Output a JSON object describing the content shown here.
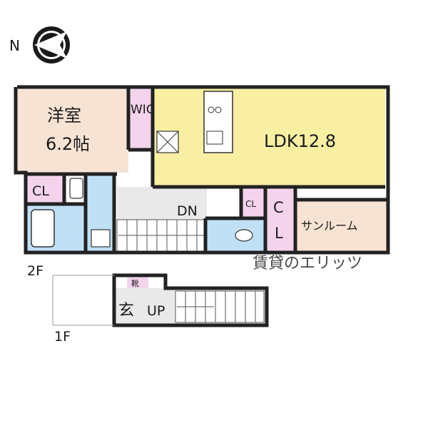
{
  "compass": {
    "label": "N"
  },
  "floors": {
    "second": {
      "label": "2F",
      "rooms": {
        "western_room_name": "洋室",
        "western_room_size": "6.2帖",
        "wic": "WIC",
        "ldk": "LDK12.8",
        "cl_left": "CL",
        "cl_small": "CL",
        "cl_vertical_1": "C",
        "cl_vertical_2": "L",
        "sunroom": "サンルーム",
        "stairs_down": "DN"
      }
    },
    "first": {
      "label": "1F",
      "rooms": {
        "entrance": "玄",
        "shoe_box": "靴",
        "stairs_up": "UP"
      }
    }
  },
  "watermark": {
    "text": "賃貸のエリッツ"
  },
  "colors": {
    "western_room": "#f7e3d4",
    "wic": "#f3d4ec",
    "ldk": "#f8efa3",
    "closet": "#f3d4ec",
    "sunroom": "#f7e3d4",
    "bath": "#bfe0f5",
    "floor_gray": "#e9e9e9",
    "wall": "#222222"
  }
}
